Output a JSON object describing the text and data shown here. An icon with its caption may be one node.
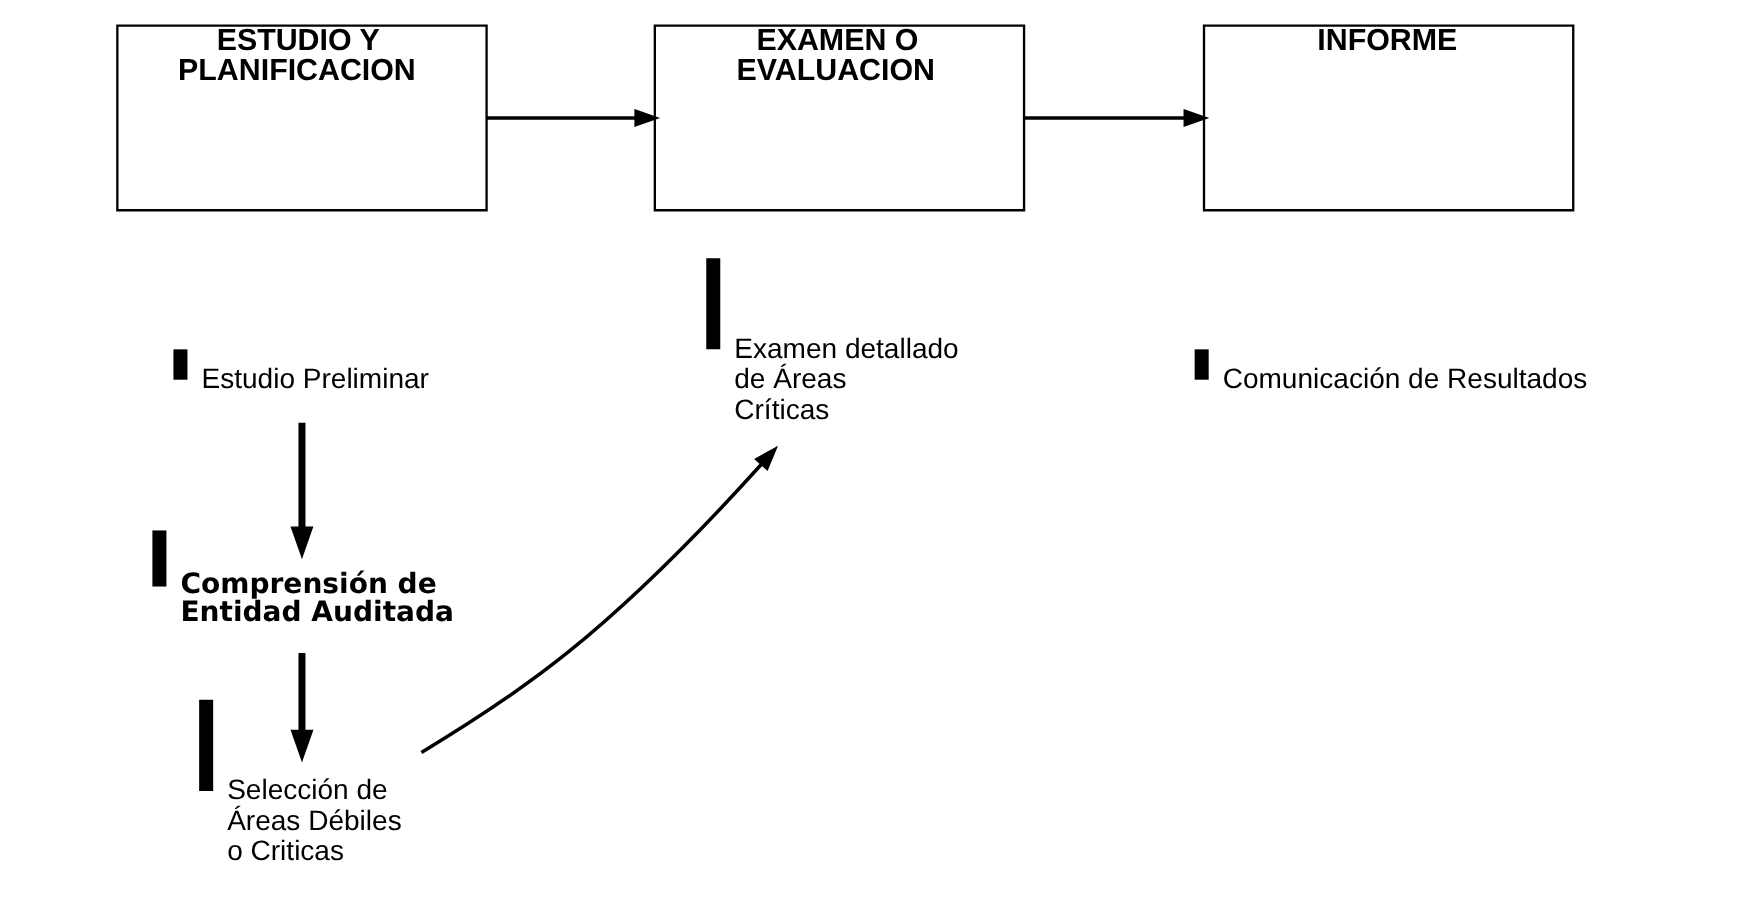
{
  "diagram": {
    "nodes": [
      {
        "text": [
          "ESTUDIO Y PLANIFICACION"
        ]
      },
      {
        "text": [
          "EXAMEN O EVALUACION"
        ]
      },
      {
        "text": [
          "INFORME"
        ]
      },
      {
        "text": [
          "Estudio Preliminar"
        ]
      },
      {
        "text": [
          "Examen detallado de Áreas Críticas"
        ]
      },
      {
        "text": [
          "Comunicación de Resultados"
        ]
      },
      {
        "text": [
          "Comprensión de Entidad Auditada"
        ]
      },
      {
        "text": [
          "Selección de Áreas Débiles o Criticas"
        ]
      }
    ],
    "edges": [
      {
        "from": 0,
        "to": 1,
        "arrow": "to"
      },
      {
        "from": 1,
        "to": 2,
        "arrow": "to"
      },
      {
        "from": 3,
        "to": 6,
        "arrow": "to",
        "style": "thick"
      },
      {
        "from": 6,
        "to": 7,
        "arrow": "to",
        "style": "thick"
      },
      {
        "from": 7,
        "to": 4,
        "arrow": "to"
      }
    ]
  }
}
